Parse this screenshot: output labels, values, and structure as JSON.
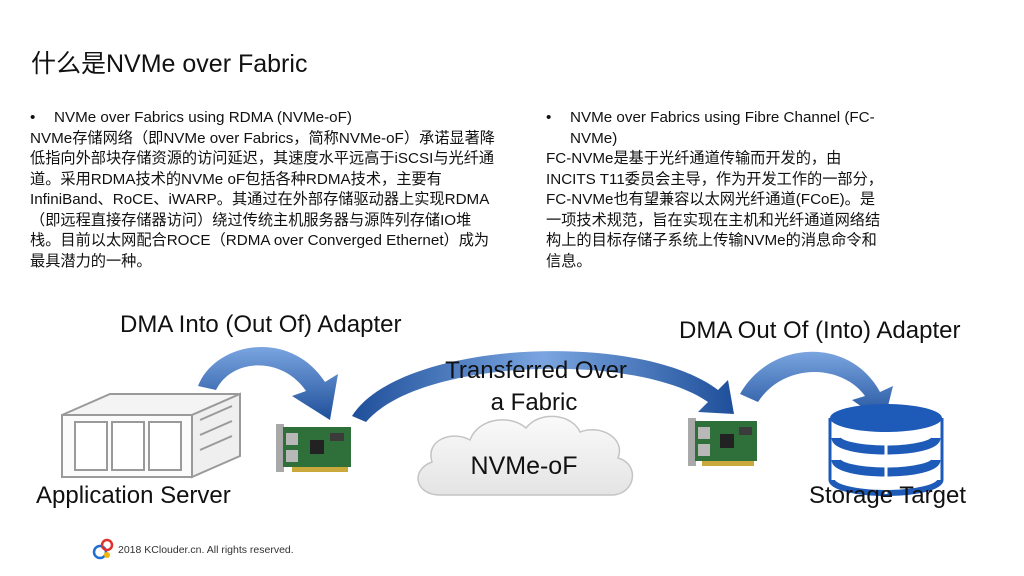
{
  "slide": {
    "title": "什么是NVMe over Fabric"
  },
  "left_column": {
    "bullet_marker": "•",
    "bullet": "NVMe over Fabrics using RDMA (NVMe-oF)",
    "paragraph": "NVMe存储网络（即NVMe over Fabrics，简称NVMe-oF）承诺显著降低指向外部块存储资源的访问延迟，其速度水平远高于iSCSI与光纤通道。采用RDMA技术的NVMe oF包括各种RDMA技术，主要有InfiniBand、RoCE、iWARP。其通过在外部存储驱动器上实现RDMA（即远程直接存储器访问）绕过传统主机服务器与源阵列存储IO堆栈。目前以太网配合ROCE（RDMA over Converged Ethernet）成为最具潜力的一种。"
  },
  "right_column": {
    "bullet_marker": "•",
    "bullet": "NVMe over Fabrics using Fibre Channel (FC-NVMe)",
    "paragraph": "FC-NVMe是基于光纤通道传输而开发的，由INCITS T11委员会主导，作为开发工作的一部分，FC-NVMe也有望兼容以太网光纤通道(FCoE)。是一项技术规范，旨在实现在主机和光纤通道网络结构上的目标存储子系统上传输NVMe的消息命令和信息。"
  },
  "diagram": {
    "label_dma_into": "DMA Into (Out Of) Adapter",
    "label_dma_out": "DMA Out Of (Into) Adapter",
    "label_transfer_line1": "Transferred Over",
    "label_transfer_line2": "a Fabric",
    "label_cloud": "NVMe-oF",
    "label_server": "Application Server",
    "label_storage": "Storage Target",
    "colors": {
      "arrow_dark": "#1f4f9a",
      "arrow_light": "#7aa5e0",
      "cylinder": "#1e5bb8",
      "pcb": "#2f6f3a"
    }
  },
  "footer": {
    "copyright": "2018 KClouder.cn. All rights reserved."
  }
}
